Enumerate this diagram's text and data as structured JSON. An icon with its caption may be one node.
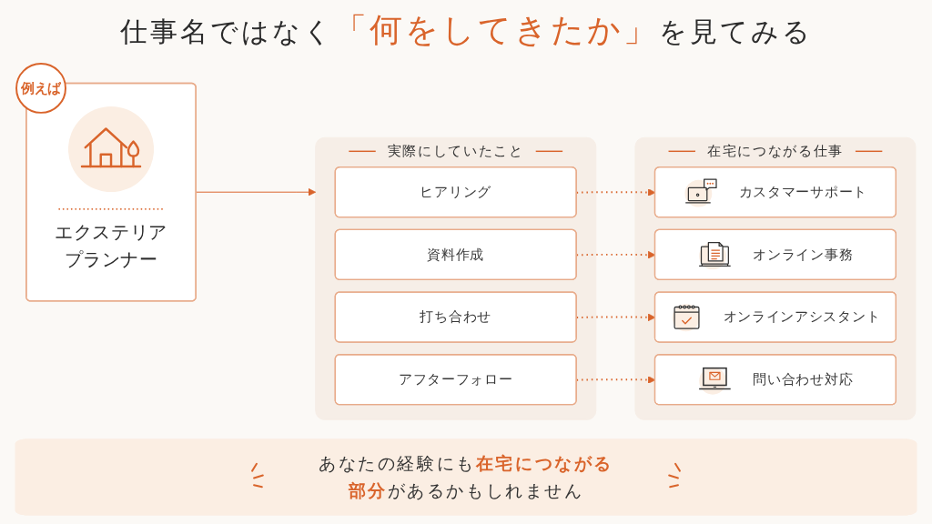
{
  "diagram": {
    "title": "仕事名ではなく**「何をしてきたか」**を見てみる",
    "nodes": [
      {
        "text": [
          "例えば"
        ]
      },
      {
        "text": [
          "エクステリアプランナー"
        ]
      },
      {
        "text": [
          "実際にしていたこと"
        ]
      },
      {
        "text": [
          "ヒアリング"
        ],
        "in": 2
      },
      {
        "text": [
          "資料作成"
        ],
        "in": 2
      },
      {
        "text": [
          "打ち合わせ"
        ],
        "in": 2
      },
      {
        "text": [
          "アフターフォロー"
        ],
        "in": 2
      },
      {
        "text": [
          "在宅につながる仕事"
        ]
      },
      {
        "text": [
          "カスタマーサポート"
        ],
        "in": 7
      },
      {
        "text": [
          "オンライン事務"
        ],
        "in": 7
      },
      {
        "text": [
          "オンラインアシスタント"
        ],
        "in": 7
      },
      {
        "text": [
          "問い合わせ対応"
        ],
        "in": 7
      },
      {
        "text": [
          "あなたの経験にも**在宅につながる部分**があるかもしれません"
        ]
      }
    ],
    "edges": [
      {
        "from": 1,
        "to": 2,
        "arrow": "to"
      },
      {
        "from": 3,
        "to": 8,
        "arrow": "to",
        "style": "dashed"
      },
      {
        "from": 4,
        "to": 9,
        "arrow": "to",
        "style": "dashed"
      },
      {
        "from": 5,
        "to": 10,
        "arrow": "to",
        "style": "dashed"
      },
      {
        "from": 6,
        "to": 11,
        "arrow": "to",
        "style": "dashed"
      }
    ]
  }
}
